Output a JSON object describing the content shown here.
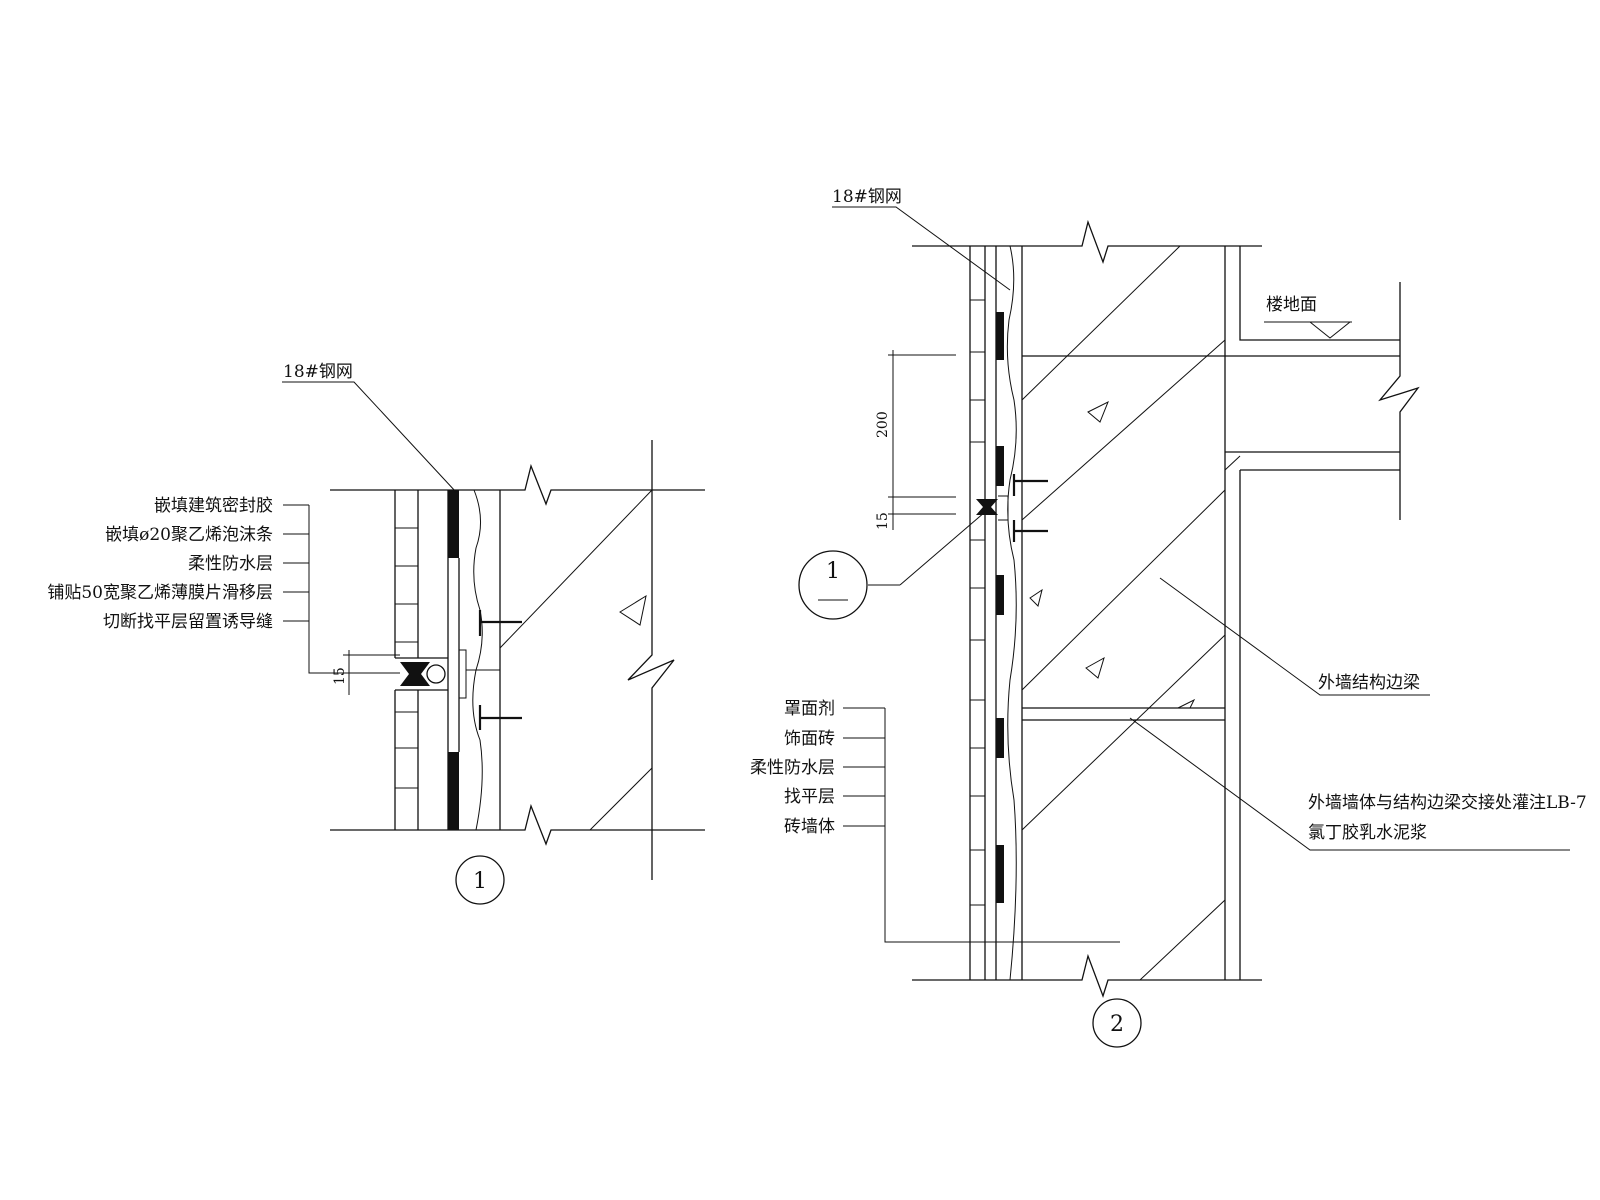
{
  "detail_1": {
    "mesh_label": "18#钢网",
    "labels": [
      "嵌填建筑密封胶",
      "嵌填ø20聚乙烯泡沫条",
      "柔性防水层",
      "铺贴50宽聚乙烯薄膜片滑移层",
      "切断找平层留置诱导缝"
    ],
    "dim_15": "15",
    "number": "1"
  },
  "detail_2": {
    "mesh_label": "18#钢网",
    "floor_label": "楼地面",
    "dim_200": "200",
    "dim_15": "15",
    "ref_number": "1",
    "beam_label": "外墙结构边梁",
    "joint_label_line1": "外墙墙体与结构边梁交接处灌注LB-7",
    "joint_label_line2": "氯丁胶乳水泥浆",
    "layer_labels": [
      "罩面剂",
      "饰面砖",
      "柔性防水层",
      "找平层",
      "砖墙体"
    ],
    "number": "2"
  }
}
